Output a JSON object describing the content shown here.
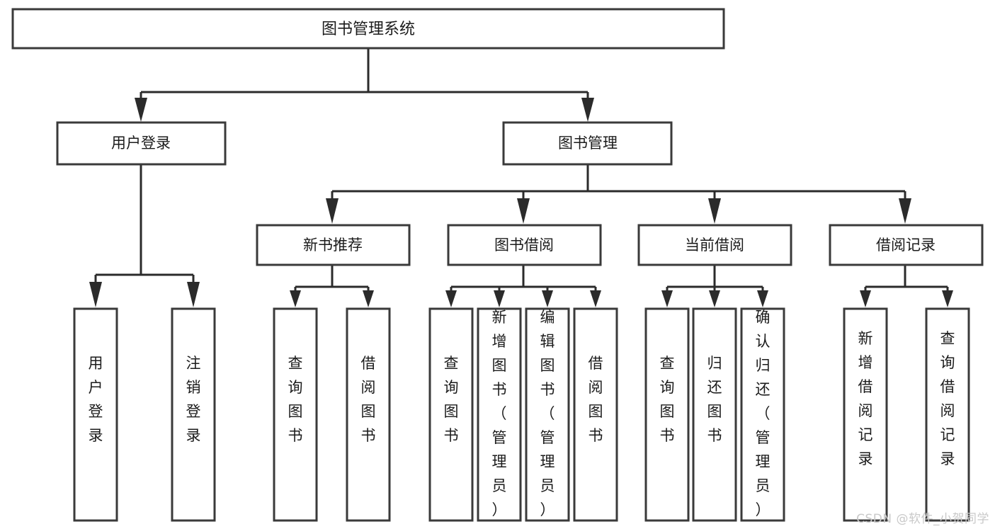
{
  "diagram": {
    "title": "图书管理系统",
    "type": "tree-hierarchy-chart",
    "orientation": "top-down",
    "colors": {
      "box_fill": "#ffffff",
      "box_stroke": "#3a3a3a",
      "connector": "#2b2b2b",
      "text": "#1b1b1b",
      "background": "#ffffff",
      "watermark": "#c9c9c9"
    },
    "root": {
      "label": "图书管理系统"
    },
    "level1": [
      {
        "label": "用户登录"
      },
      {
        "label": "图书管理"
      }
    ],
    "level2": [
      {
        "label": "新书推荐"
      },
      {
        "label": "图书借阅"
      },
      {
        "label": "当前借阅"
      },
      {
        "label": "借阅记录"
      }
    ],
    "leaves": {
      "user_login": [
        {
          "label": "用户登录"
        },
        {
          "label": "注销登录"
        }
      ],
      "new_book_recommend": [
        {
          "label": "查询图书"
        },
        {
          "label": "借阅图书"
        }
      ],
      "book_borrow": [
        {
          "label": "查询图书"
        },
        {
          "label": "新增图书（管理员）"
        },
        {
          "label": "编辑图书（管理员）"
        },
        {
          "label": "借阅图书"
        }
      ],
      "current_borrow": [
        {
          "label": "查询图书"
        },
        {
          "label": "归还图书"
        },
        {
          "label": "确认归还（管理员）"
        }
      ],
      "borrow_record": [
        {
          "label": "新增借阅记录"
        },
        {
          "label": "查询借阅记录"
        }
      ]
    },
    "watermark": "CSDN @软件_小贺同学"
  }
}
